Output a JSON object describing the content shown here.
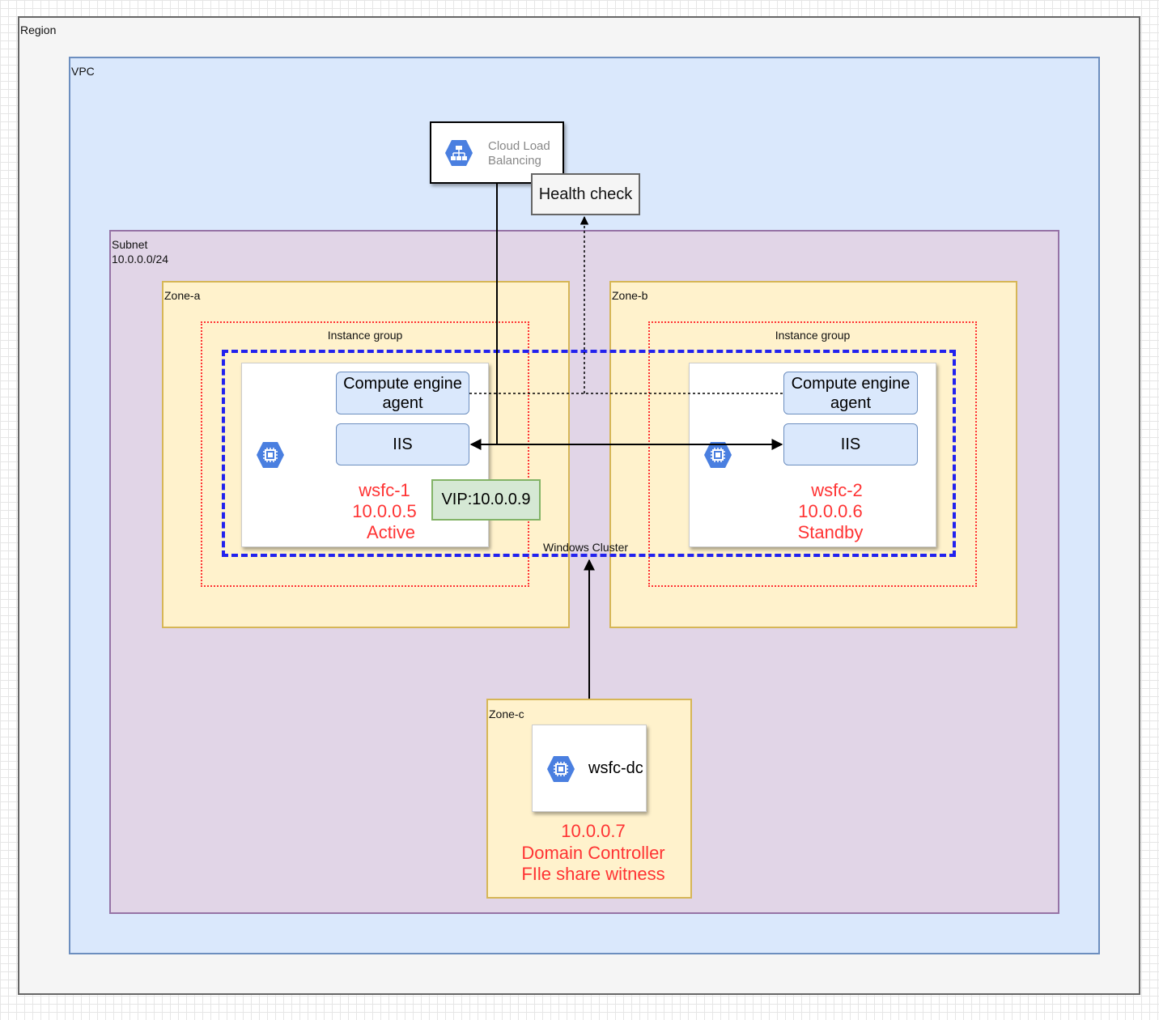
{
  "region": {
    "label": "Region"
  },
  "vpc": {
    "label": "VPC"
  },
  "subnet": {
    "label": "Subnet\n10.0.0.0/24"
  },
  "zones": {
    "a": {
      "label": "Zone-a",
      "instance_group": "Instance group"
    },
    "b": {
      "label": "Zone-b",
      "instance_group": "Instance group"
    },
    "c": {
      "label": "Zone-c"
    }
  },
  "load_balancer": {
    "label": "Cloud Load\nBalancing",
    "icon": "load-balancer-icon"
  },
  "health_check": {
    "label": "Health check"
  },
  "windows_cluster": {
    "label": "Windows Cluster"
  },
  "vip": {
    "label": "VIP:10.0.0.9"
  },
  "nodes": {
    "wsfc1": {
      "agent": "Compute engine\nagent",
      "iis": "IIS",
      "name": "wsfc-1",
      "ip": "10.0.0.5",
      "role": "Active",
      "icon": "compute-engine-icon"
    },
    "wsfc2": {
      "agent": "Compute engine\nagent",
      "iis": "IIS",
      "name": "wsfc-2",
      "ip": "10.0.0.6",
      "role": "Standby",
      "icon": "compute-engine-icon"
    },
    "dc": {
      "name": "wsfc-dc",
      "ip": "10.0.0.7",
      "role1": "Domain Controller",
      "role2": "FIle share witness",
      "icon": "compute-engine-icon"
    }
  },
  "colors": {
    "region_fill": "#f5f5f5",
    "vpc_fill": "#dae8fc",
    "subnet_fill": "#e1d5e7",
    "zone_fill": "#fff2cc",
    "instance_group_border": "#ff3333",
    "cluster_border": "#2222ee",
    "vip_fill": "#d5e8d4",
    "gcp_blue": "#4a7fe0",
    "status_text": "#ff3333"
  }
}
